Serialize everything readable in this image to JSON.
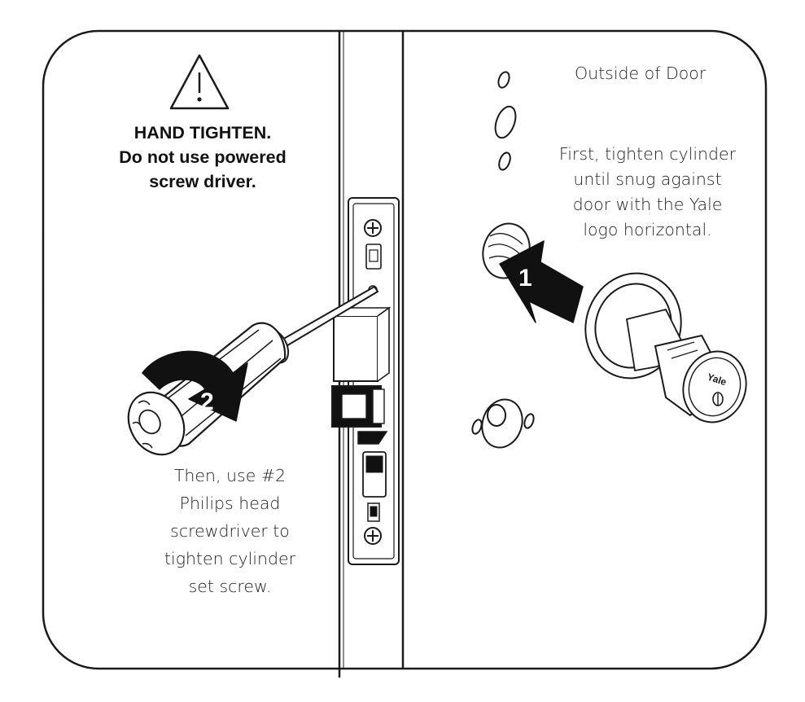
{
  "warning": {
    "line1": "HAND TIGHTEN.",
    "line2": "Do not use powered",
    "line3": "screw driver."
  },
  "left_note": {
    "lines": [
      "Then, use #2",
      "Philips head",
      "screwdriver to",
      "tighten cylinder",
      "set screw."
    ]
  },
  "right_note": {
    "title": "Outside of Door",
    "lines": [
      "First, tighten cylinder",
      "until snug against",
      "door with the Yale",
      "logo horizontal."
    ]
  },
  "steps": {
    "step1": "1",
    "step2": "2"
  },
  "brand": {
    "cylinder_logo": "Yale"
  },
  "colors": {
    "line": "#1a1a1a",
    "arrow": "#111111",
    "background": "#ffffff"
  }
}
